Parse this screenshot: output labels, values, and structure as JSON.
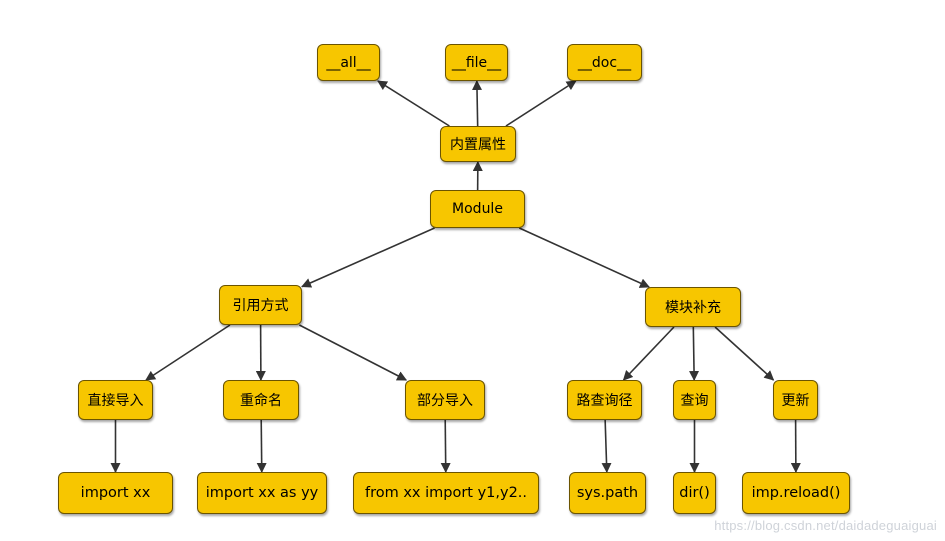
{
  "diagram": {
    "nodes": {
      "all": "__all__",
      "file": "__file__",
      "doc": "__doc__",
      "builtin_attrs": "内置属性",
      "module": "Module",
      "import_methods": "引用方式",
      "module_supplement": "模块补充",
      "direct_import": "直接导入",
      "rename": "重命名",
      "partial_import": "部分导入",
      "query_path": "路查询径",
      "query": "查询",
      "update": "更新",
      "import_xx": "import xx",
      "import_as": "import xx as yy",
      "from_import": "from xx import y1,y2..",
      "sys_path": "sys.path",
      "dir_call": "dir()",
      "imp_reload": "imp.reload()"
    },
    "edges": [
      [
        "builtin_attrs",
        "all"
      ],
      [
        "builtin_attrs",
        "file"
      ],
      [
        "builtin_attrs",
        "doc"
      ],
      [
        "module",
        "builtin_attrs"
      ],
      [
        "module",
        "import_methods"
      ],
      [
        "module",
        "module_supplement"
      ],
      [
        "import_methods",
        "direct_import"
      ],
      [
        "import_methods",
        "rename"
      ],
      [
        "import_methods",
        "partial_import"
      ],
      [
        "module_supplement",
        "query_path"
      ],
      [
        "module_supplement",
        "query"
      ],
      [
        "module_supplement",
        "update"
      ],
      [
        "direct_import",
        "import_xx"
      ],
      [
        "rename",
        "import_as"
      ],
      [
        "partial_import",
        "from_import"
      ],
      [
        "query_path",
        "sys_path"
      ],
      [
        "query",
        "dir_call"
      ],
      [
        "update",
        "imp_reload"
      ]
    ],
    "colors": {
      "node_fill": "#f7c600",
      "node_border": "#6b5400",
      "edge": "#333333"
    }
  },
  "watermark": "https://blog.csdn.net/daidadeguaiguai"
}
